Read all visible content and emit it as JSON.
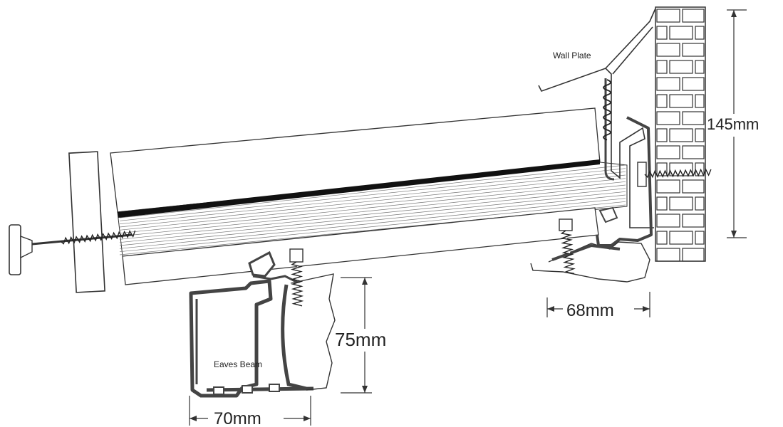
{
  "labels": {
    "wall_plate": "Wall Plate",
    "eaves_beam": "Eaves Beam"
  },
  "dimensions": {
    "wall_height": "145mm",
    "wall_plate_depth": "68mm",
    "eaves_height": "75mm",
    "eaves_width": "70mm"
  },
  "colors": {
    "line": "#333333",
    "profile_fill": "#555555",
    "sheet_bar": "#111111",
    "background": "#ffffff"
  }
}
